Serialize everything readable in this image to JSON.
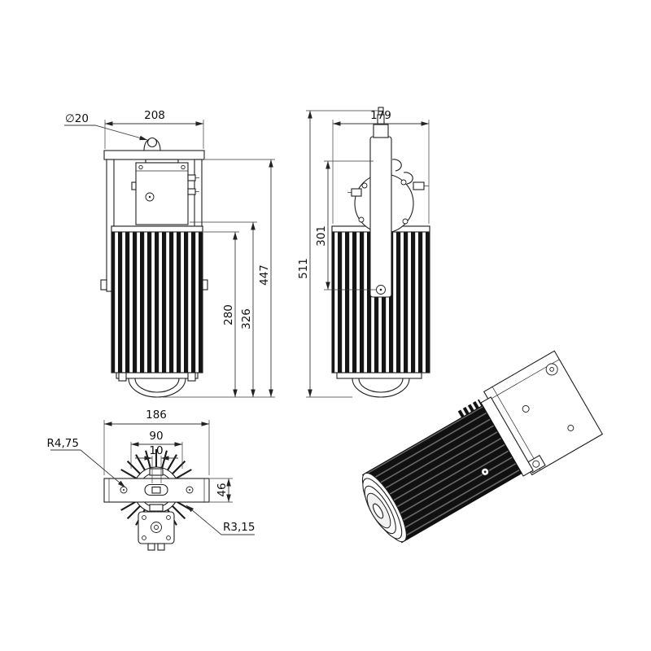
{
  "colors": {
    "line": "#1f1f1f",
    "fin": "#151515",
    "background": "#ffffff"
  },
  "drawing": {
    "type": "technical-dimension-drawing",
    "subject": "industrial LED floodlight with finned heatsink, 4 views",
    "front": {
      "w": "208",
      "hole": "∅20",
      "h1": "280",
      "h2": "326",
      "h3": "447"
    },
    "side": {
      "w": "179",
      "h_total": "511",
      "h_arm": "301"
    },
    "bottom": {
      "w": "186",
      "w_inner": "90",
      "slot": "10",
      "r_small": "R4,75",
      "r_fin": "R3,15",
      "h_bar": "46"
    }
  }
}
